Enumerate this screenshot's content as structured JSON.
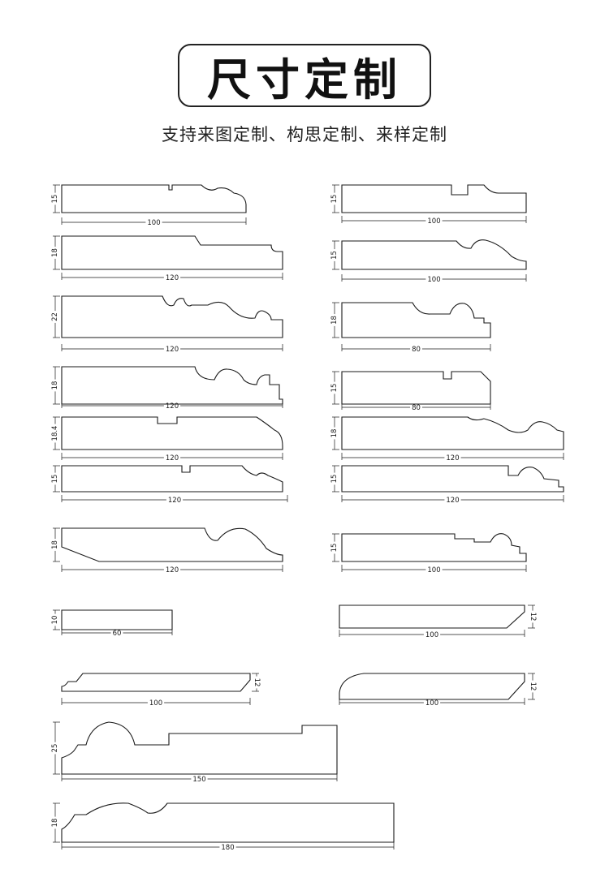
{
  "header": {
    "title": "尺寸定制",
    "subtitle": "支持来图定制、构思定制、来样定制"
  },
  "colors": {
    "line": "#1a1a1a",
    "background": "#ffffff"
  },
  "profiles": [
    {
      "width": "100",
      "height": "15"
    },
    {
      "width": "100",
      "height": "15"
    },
    {
      "width": "120",
      "height": "18"
    },
    {
      "width": "100",
      "height": "15"
    },
    {
      "width": "120",
      "height": "22"
    },
    {
      "width": "80",
      "height": "18"
    },
    {
      "width": "120",
      "height": "18"
    },
    {
      "width": "80",
      "height": "15"
    },
    {
      "width": "120",
      "height": "18.4"
    },
    {
      "width": "120",
      "height": "18"
    },
    {
      "width": "120",
      "height": "15"
    },
    {
      "width": "120",
      "height": "15"
    },
    {
      "width": "120",
      "height": "18"
    },
    {
      "width": "100",
      "height": "15"
    },
    {
      "width": "60",
      "height": "10"
    },
    {
      "width": "100",
      "height": "12"
    },
    {
      "width": "100",
      "height": "12"
    },
    {
      "width": "100",
      "height": "12"
    },
    {
      "width": "150",
      "height": "25"
    },
    {
      "width": "180",
      "height": "18"
    }
  ]
}
